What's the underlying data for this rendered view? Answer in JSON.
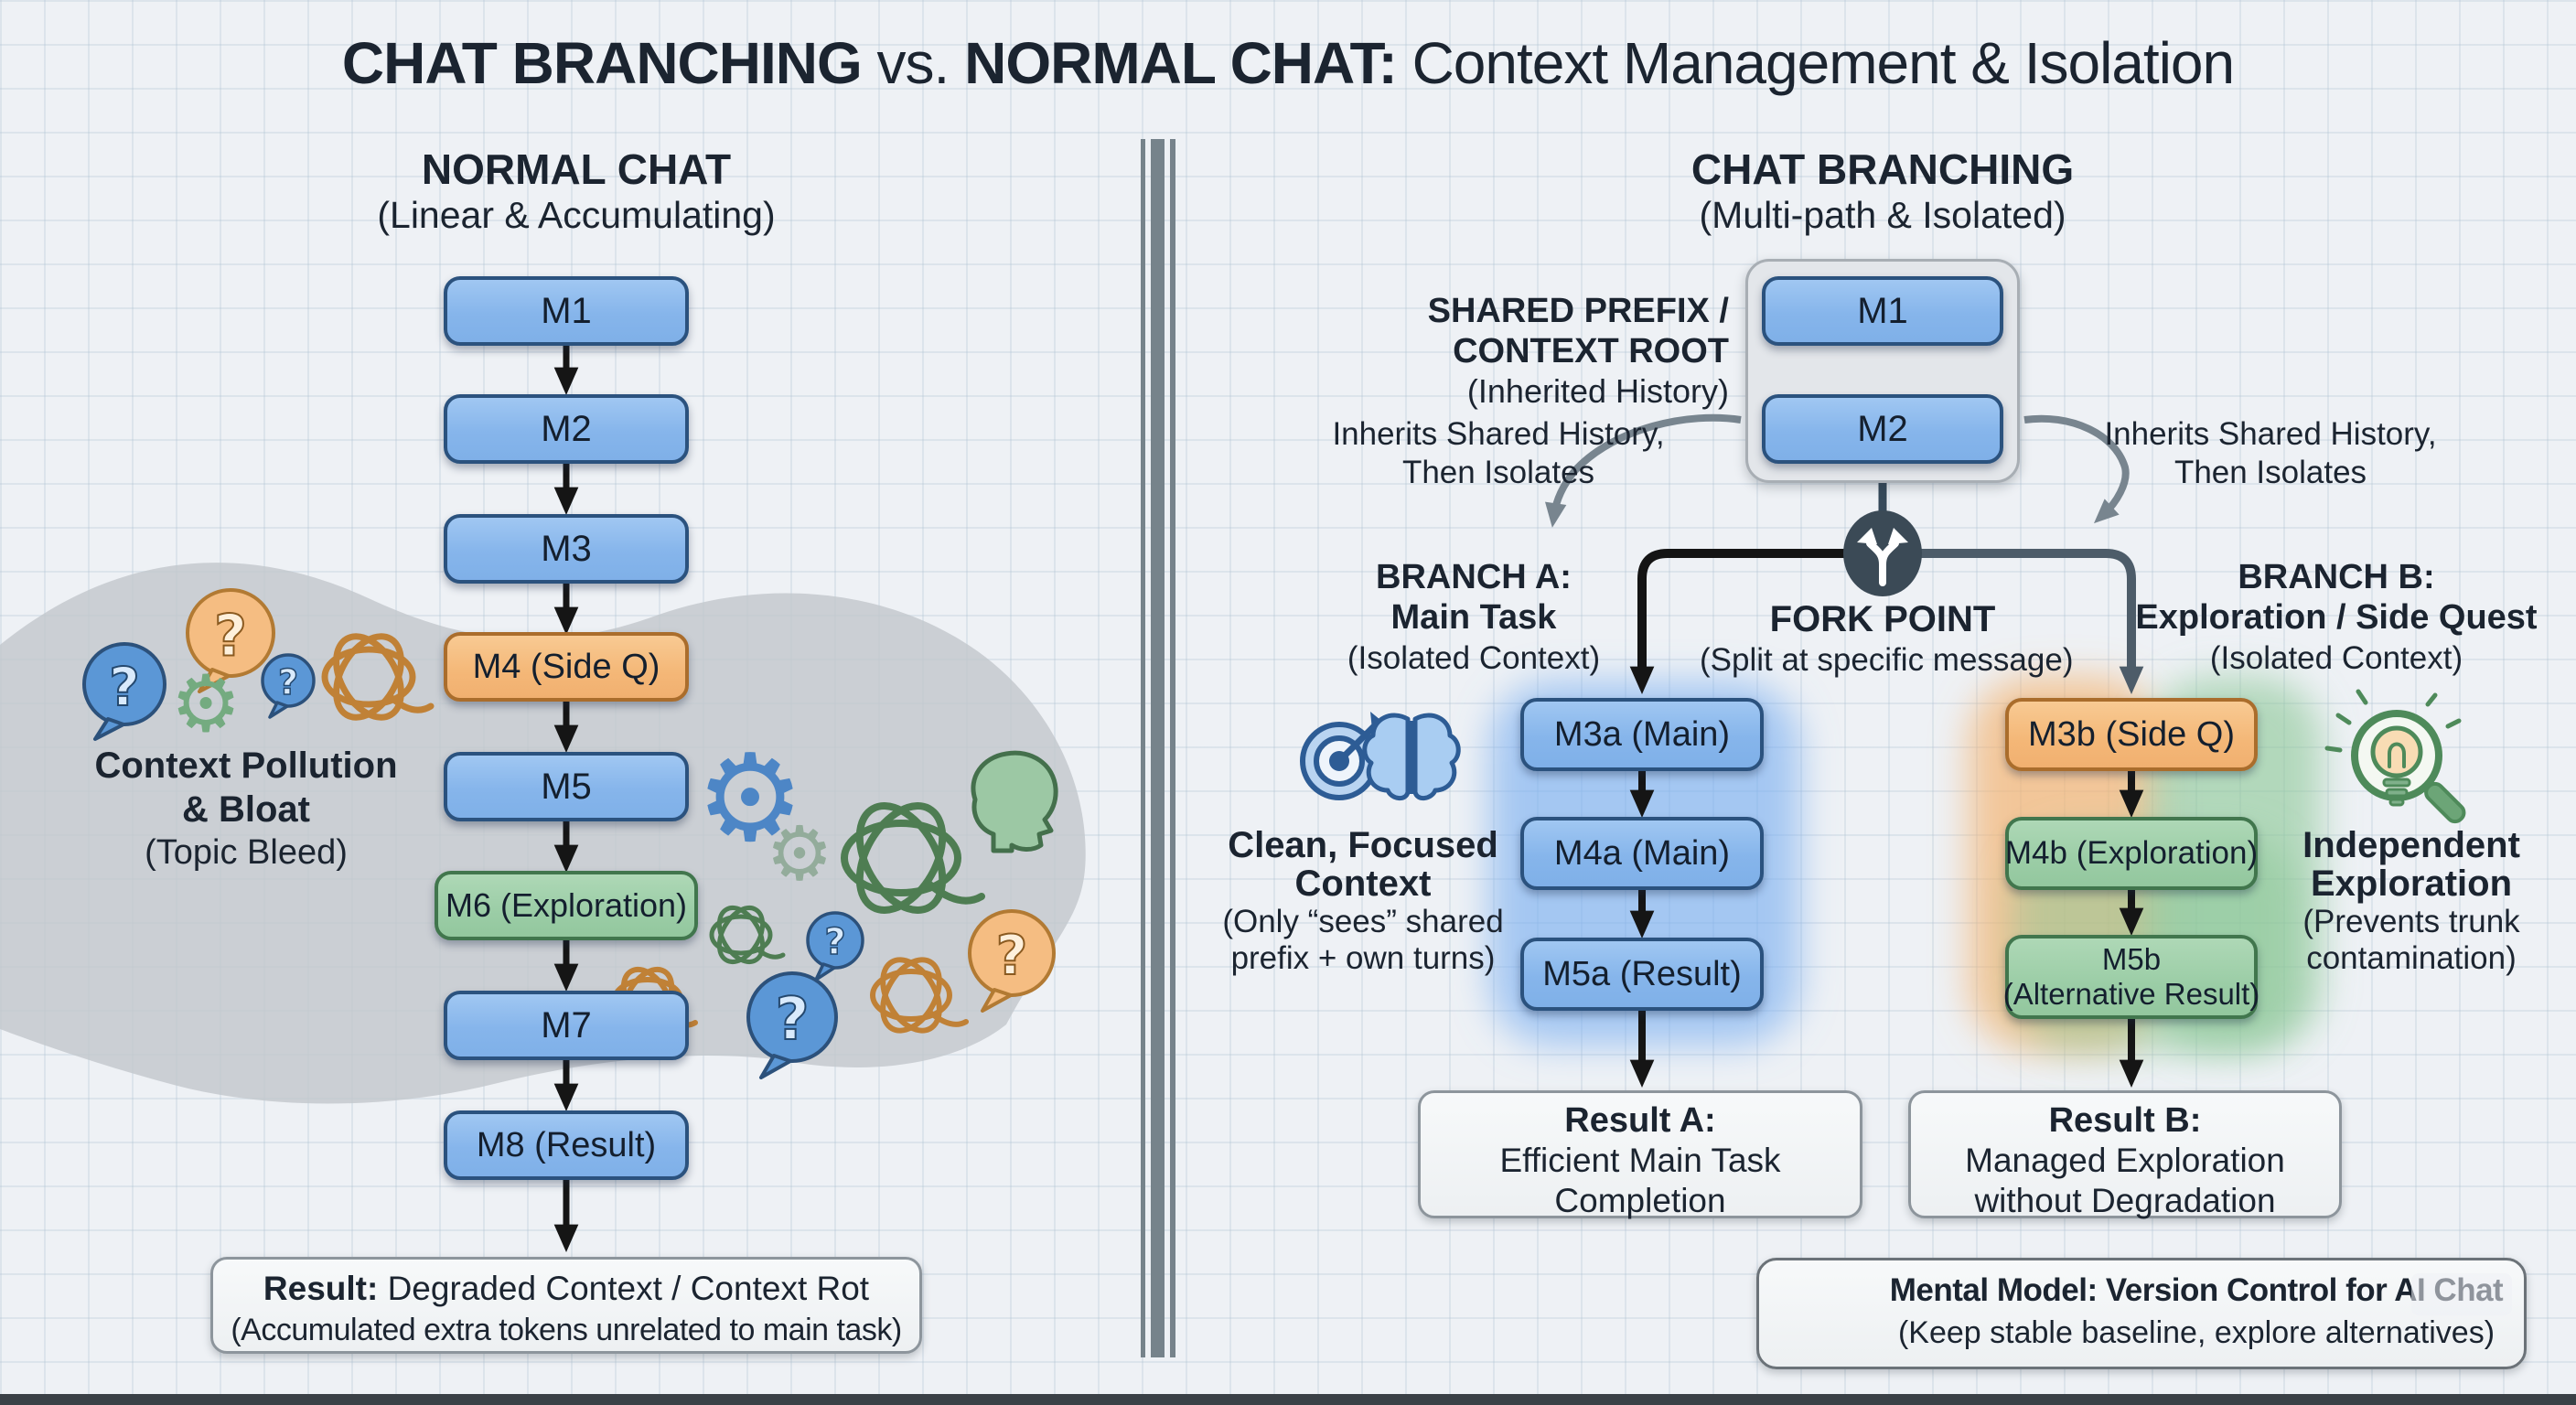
{
  "title": {
    "part1_bold": "CHAT BRANCHING",
    "part2": " vs. ",
    "part3_bold": "NORMAL CHAT:",
    "part4": " Context Management & Isolation"
  },
  "left": {
    "heading": "NORMAL CHAT",
    "subheading": "(Linear & Accumulating)",
    "chain": [
      "M1",
      "M2",
      "M3",
      "M4 (Side Q)",
      "M5",
      "M6 (Exploration)",
      "M7",
      "M8 (Result)"
    ],
    "pollution": {
      "line1": "Context Pollution",
      "line2": "& Bloat",
      "line3": "(Topic Bleed)"
    },
    "result": {
      "label_bold": "Result:",
      "label_rest": " Degraded Context / Context Rot",
      "line2": "(Accumulated extra tokens unrelated to main task)"
    }
  },
  "right": {
    "heading": "CHAT BRANCHING",
    "subheading": "(Multi-path & Isolated)",
    "shared": {
      "label_line1": "SHARED PREFIX /",
      "label_line2": "CONTEXT ROOT",
      "label_line3": "(Inherited History)",
      "boxes": [
        "M1",
        "M2"
      ]
    },
    "inherits_left": {
      "line1": "Inherits Shared History,",
      "line2": "Then Isolates"
    },
    "inherits_right": {
      "line1": "Inherits Shared History,",
      "line2": "Then Isolates"
    },
    "fork": {
      "label": "FORK POINT",
      "sub": "(Split at specific message)"
    },
    "branch_a": {
      "title1": "BRANCH A:",
      "title2": "Main Task",
      "title3": "(Isolated Context)",
      "boxes": [
        "M3a (Main)",
        "M4a (Main)",
        "M5a (Result)"
      ]
    },
    "branch_b": {
      "title1": "BRANCH B:",
      "title2": "Exploration / Side Quest",
      "title3": "(Isolated Context)",
      "box1": "M3b (Side Q)",
      "box2": "M4b (Exploration)",
      "box3_line1": "M5b",
      "box3_line2": "(Alternative Result)"
    },
    "clean_context": {
      "bold1": "Clean, Focused",
      "bold2": "Context",
      "sub1": "(Only “sees” shared",
      "sub2": "prefix + own turns)"
    },
    "independent": {
      "bold1": "Independent",
      "bold2": "Exploration",
      "sub1": "(Prevents trunk",
      "sub2": "contamination)"
    },
    "result_a": {
      "title": "Result A:",
      "line2": "Efficient Main Task",
      "line3": "Completion"
    },
    "result_b": {
      "title": "Result B:",
      "line2": "Managed Exploration",
      "line3": "without Degradation"
    },
    "mental_model": {
      "line1_bold": "Mental Model: Version Control for AI Chat",
      "line2": "(Keep stable baseline, explore alternatives)"
    }
  },
  "icons": {
    "fork": "y-split-arrows-icon",
    "git": "git-branch-icon",
    "target": "target-arrow-icon",
    "brain": "brain-icon",
    "bulb_magnifier": "lightbulb-magnifier-icon",
    "gear": "gear-icon",
    "question_bubble": "question-speech-bubble-icon",
    "scribble": "tangle-scribble-icon",
    "head": "head-profile-icon",
    "question_glyph": "?",
    "gear_glyph": "⚙"
  },
  "colors": {
    "background": "#eef1f5",
    "blue_box": "#86b5eb",
    "blue_border": "#2b527e",
    "orange_box": "#f4b777",
    "orange_border": "#aa6d2c",
    "green_box": "#9bcda6",
    "green_border": "#41764d",
    "band_gray": "#c3c8cd",
    "fork_circle": "#3b4a56",
    "divider": "#76838b",
    "arrow_black": "#151515",
    "arrow_slate": "#4d5c69",
    "arrow_gray": "#78858f"
  }
}
